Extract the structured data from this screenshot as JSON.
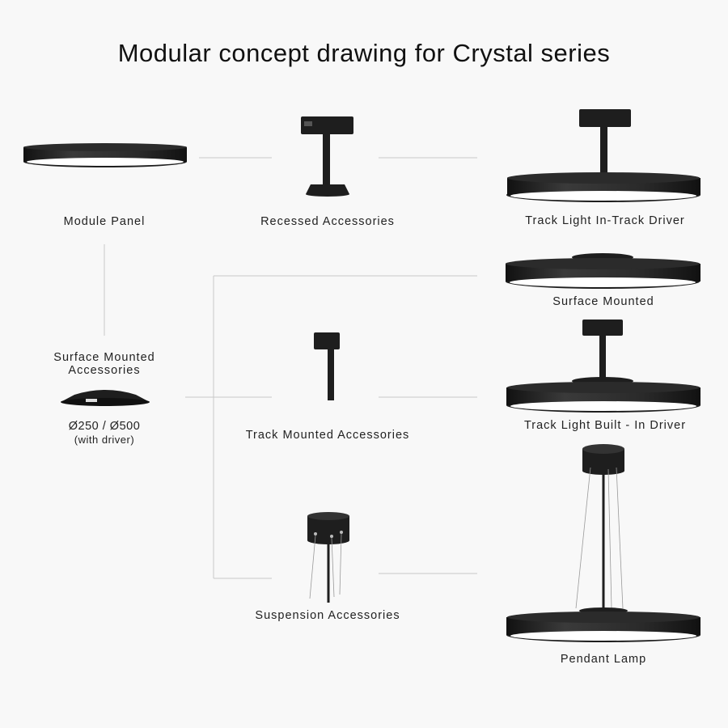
{
  "title": "Modular concept drawing for Crystal series",
  "nodes": {
    "module_panel": "Module Panel",
    "recessed_accessories": "Recessed Accessories",
    "track_light_in_track_driver": "Track Light In-Track Driver",
    "surface_mounted": "Surface Mounted",
    "surface_mounted_accessories_line1": "Surface Mounted",
    "surface_mounted_accessories_line2": "Accessories",
    "surface_mounted_accessories_size": "Ø250 / Ø500",
    "surface_mounted_accessories_note": "(with driver)",
    "track_light_built_in_driver": "Track Light Built - In Driver",
    "track_mounted_accessories": "Track Mounted Accessories",
    "suspension_accessories": "Suspension Accessories",
    "pendant_lamp": "Pendant Lamp"
  },
  "colors": {
    "background": "#f8f8f8",
    "connector": "#c8c8c8",
    "product": "#1e1e1e",
    "diffuser": "#ffffff"
  }
}
